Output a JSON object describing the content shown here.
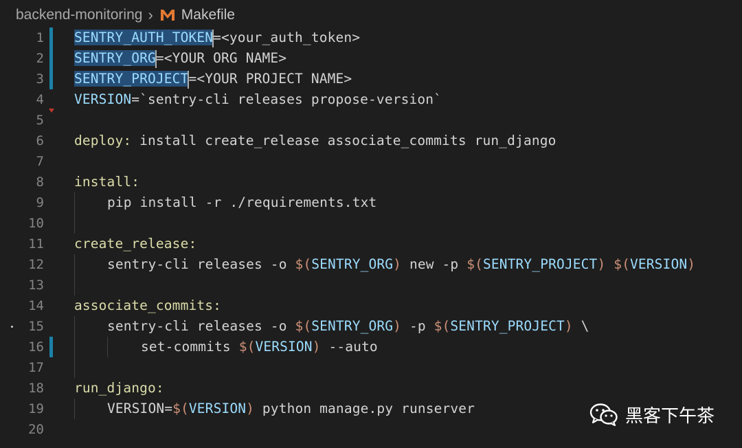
{
  "breadcrumb": {
    "folder": "backend-monitoring",
    "file": "Makefile",
    "file_icon": "makefile-m-icon",
    "file_icon_color": "#e37933"
  },
  "editor": {
    "line_numbers": [
      "1",
      "2",
      "3",
      "4",
      "5",
      "6",
      "7",
      "8",
      "9",
      "10",
      "11",
      "12",
      "13",
      "14",
      "15",
      "16",
      "17",
      "18",
      "19",
      "20"
    ],
    "lines": {
      "l1": {
        "var": "SENTRY_AUTH_TOKEN",
        "eq": "=",
        "val": "<your_auth_token>"
      },
      "l2": {
        "var": "SENTRY_ORG",
        "eq": "=",
        "val": "<YOUR ORG NAME>"
      },
      "l3": {
        "var": "SENTRY_PROJECT",
        "eq": "=",
        "val": "<YOUR PROJECT NAME>"
      },
      "l4": {
        "var": "VERSION",
        "eq": "=",
        "val": "`sentry-cli releases propose-version`"
      },
      "l6": {
        "target": "deploy:",
        "deps": " install create_release associate_commits run_django"
      },
      "l8": {
        "target": "install:"
      },
      "l9": {
        "cmd": "pip install -r ./requirements.txt"
      },
      "l11": {
        "target": "create_release:"
      },
      "l12": {
        "a": "sentry-cli releases -o ",
        "v1": "SENTRY_ORG",
        "b": " new -p ",
        "v2": "SENTRY_PROJECT",
        "c": " ",
        "v3": "VERSION"
      },
      "l14": {
        "target": "associate_commits:"
      },
      "l15": {
        "a": "sentry-cli releases -o ",
        "v1": "SENTRY_ORG",
        "b": " -p ",
        "v2": "SENTRY_PROJECT",
        "c": " \\"
      },
      "l16": {
        "a": "set-commits ",
        "v1": "VERSION",
        "b": " --auto"
      },
      "l18": {
        "target": "run_django:"
      },
      "l19": {
        "a": "VERSION=",
        "v1": "VERSION",
        "b": " python manage.py runserver"
      }
    },
    "dollar": "$",
    "lp": "(",
    "rp": ")"
  },
  "watermark": {
    "text": "黑客下午茶",
    "icon": "wechat-icon"
  },
  "colors": {
    "background": "#1e1e1e",
    "variable": "#9cdcfe",
    "target": "#dcdcaa",
    "macro": "#ce9178",
    "selection": "#264f78",
    "modified_bar": "#1b81a8"
  }
}
